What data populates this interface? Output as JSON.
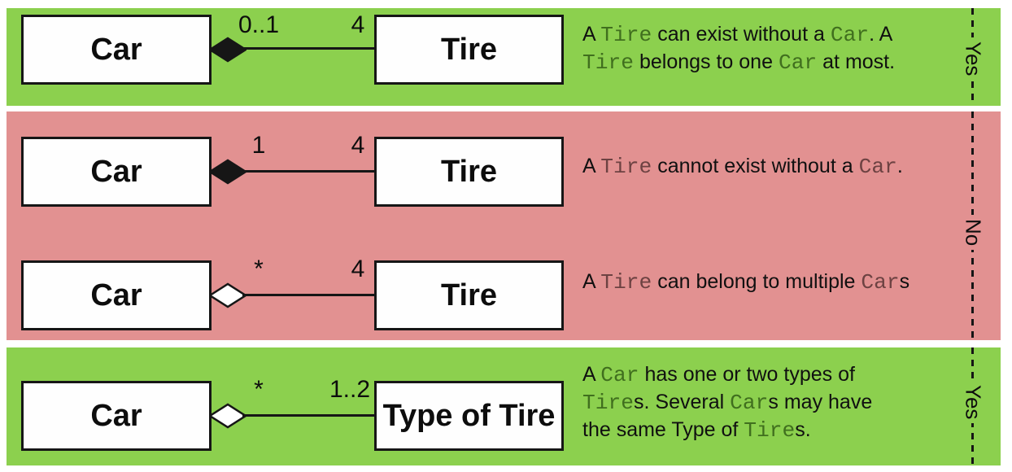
{
  "colors": {
    "green_band": "#8cd04e",
    "pink_band": "#e29191",
    "line_color": "#161616",
    "box_fill": "#fefefe",
    "mono_green": "#406f1e",
    "mono_maroon": "#6d4242",
    "text_color": "#121212"
  },
  "bands": [
    {
      "verdict": "Yes",
      "color": "green"
    },
    {
      "verdict": "No",
      "color": "pink"
    },
    {
      "verdict": "Yes",
      "color": "green"
    }
  ],
  "rows": [
    {
      "left_class": "Car",
      "right_class": "Tire",
      "diamond": "filled",
      "left_multiplicity": "0..1",
      "right_multiplicity": "4",
      "description_segments": [
        {
          "t": "A "
        },
        {
          "t": "Tire",
          "mono": true
        },
        {
          "t": " can exist without a "
        },
        {
          "t": "Car",
          "mono": true
        },
        {
          "t": ". A"
        },
        {
          "br": true
        },
        {
          "t": "Tire",
          "mono": true
        },
        {
          "t": " belongs to one "
        },
        {
          "t": "Car",
          "mono": true
        },
        {
          "t": " at most."
        }
      ]
    },
    {
      "left_class": "Car",
      "right_class": "Tire",
      "diamond": "filled",
      "left_multiplicity": "1",
      "right_multiplicity": "4",
      "description_segments": [
        {
          "t": "A "
        },
        {
          "t": "Tire",
          "mono": true
        },
        {
          "t": " cannot exist without a "
        },
        {
          "t": "Car",
          "mono": true
        },
        {
          "t": "."
        }
      ]
    },
    {
      "left_class": "Car",
      "right_class": "Tire",
      "diamond": "hollow",
      "left_multiplicity": "*",
      "right_multiplicity": "4",
      "description_segments": [
        {
          "t": "A "
        },
        {
          "t": "Tire",
          "mono": true
        },
        {
          "t": " can belong to multiple "
        },
        {
          "t": "Car",
          "mono": true
        },
        {
          "t": "s"
        }
      ]
    },
    {
      "left_class": "Car",
      "right_class": "Type of Tire",
      "diamond": "hollow",
      "left_multiplicity": "*",
      "right_multiplicity": "1..2",
      "description_segments": [
        {
          "t": "A "
        },
        {
          "t": "Car",
          "mono": true
        },
        {
          "t": " has one or two types of"
        },
        {
          "br": true
        },
        {
          "t": "Tire",
          "mono": true
        },
        {
          "t": "s. Several "
        },
        {
          "t": "Car",
          "mono": true
        },
        {
          "t": "s may have"
        },
        {
          "br": true
        },
        {
          "t": "the same Type of "
        },
        {
          "t": "Tire",
          "mono": true
        },
        {
          "t": "s."
        }
      ]
    }
  ]
}
